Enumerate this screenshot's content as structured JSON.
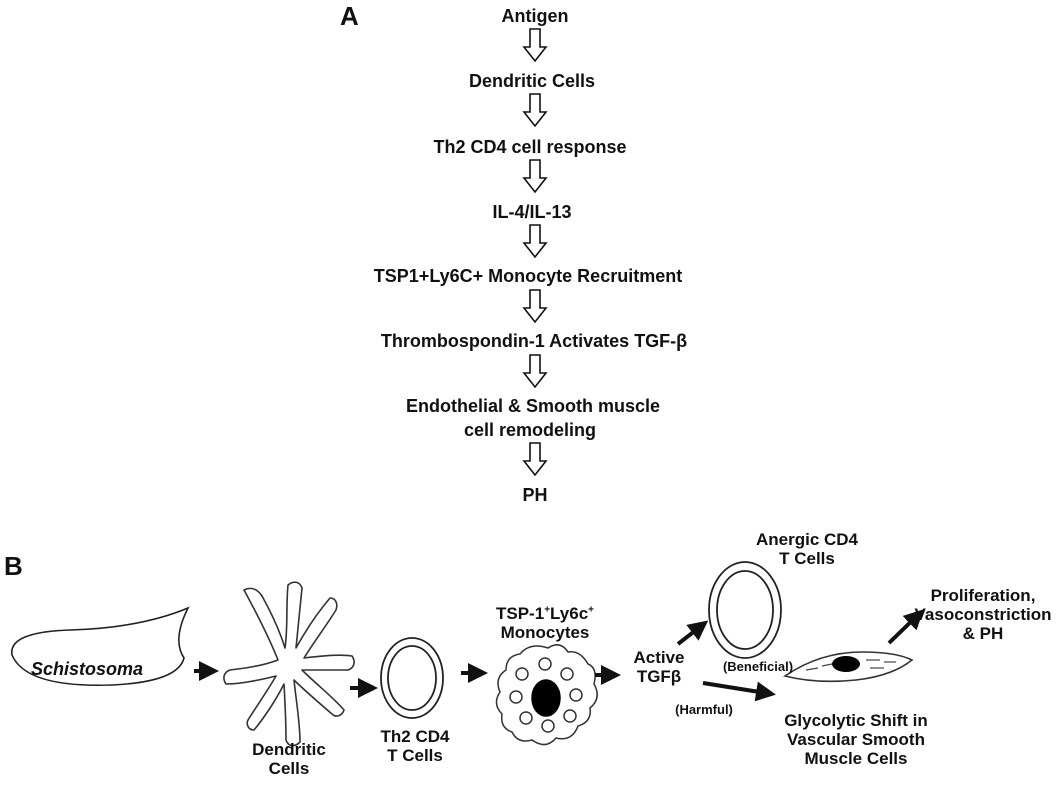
{
  "panel_a": {
    "label": "A",
    "steps": [
      "Antigen",
      "Dendritic Cells",
      "Th2 CD4 cell response",
      "IL-4/IL-13",
      "TSP1+Ly6C+ Monocyte Recruitment",
      "Thrombospondin-1 Activates TGF-β",
      "Endothelial & Smooth muscle",
      "cell remodeling",
      "PH"
    ]
  },
  "panel_b": {
    "label": "B",
    "schistosoma": "Schistosoma",
    "dendritic_cells": [
      "Dendritic",
      "Cells"
    ],
    "th2_cells": [
      "Th2 CD4",
      "T Cells"
    ],
    "monocytes": {
      "line1_base": "TSP-1",
      "line1_sup1": "+",
      "line1_mid": "Ly6c",
      "line1_sup2": "+",
      "line2": "Monocytes"
    },
    "active_tgf": [
      "Active",
      "TGFβ"
    ],
    "beneficial": "(Beneficial)",
    "harmful": "(Harmful)",
    "anergic": [
      "Anergic CD4",
      "T Cells"
    ],
    "glycolytic": [
      "Glycolytic Shift in",
      "Vascular Smooth",
      "Muscle Cells"
    ],
    "outcome": [
      "Proliferation,",
      "Vasoconstriction",
      "& PH"
    ]
  }
}
